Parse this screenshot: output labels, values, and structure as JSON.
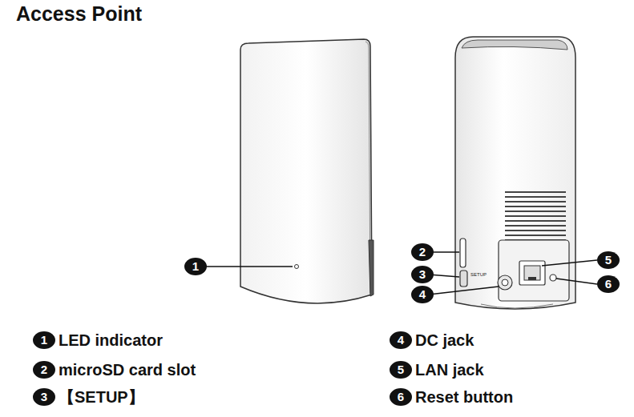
{
  "diagram": {
    "title": "Access Point",
    "nodes": [
      {
        "text": [
          "1"
        ]
      },
      {
        "text": [
          "2"
        ]
      },
      {
        "text": [
          "3"
        ]
      },
      {
        "text": [
          "4"
        ]
      },
      {
        "text": [
          "5"
        ]
      },
      {
        "text": [
          "6"
        ]
      },
      {
        "text": [
          "1",
          "LED indicator"
        ]
      },
      {
        "text": [
          "2",
          "microSD card slot"
        ]
      },
      {
        "text": [
          "3",
          "【SETUP】"
        ]
      },
      {
        "text": [
          "4",
          "DC jack"
        ]
      },
      {
        "text": [
          "5",
          "LAN jack"
        ]
      },
      {
        "text": [
          "6",
          "Reset button"
        ]
      }
    ],
    "edges": [],
    "labels": [
      "SETUP"
    ]
  }
}
